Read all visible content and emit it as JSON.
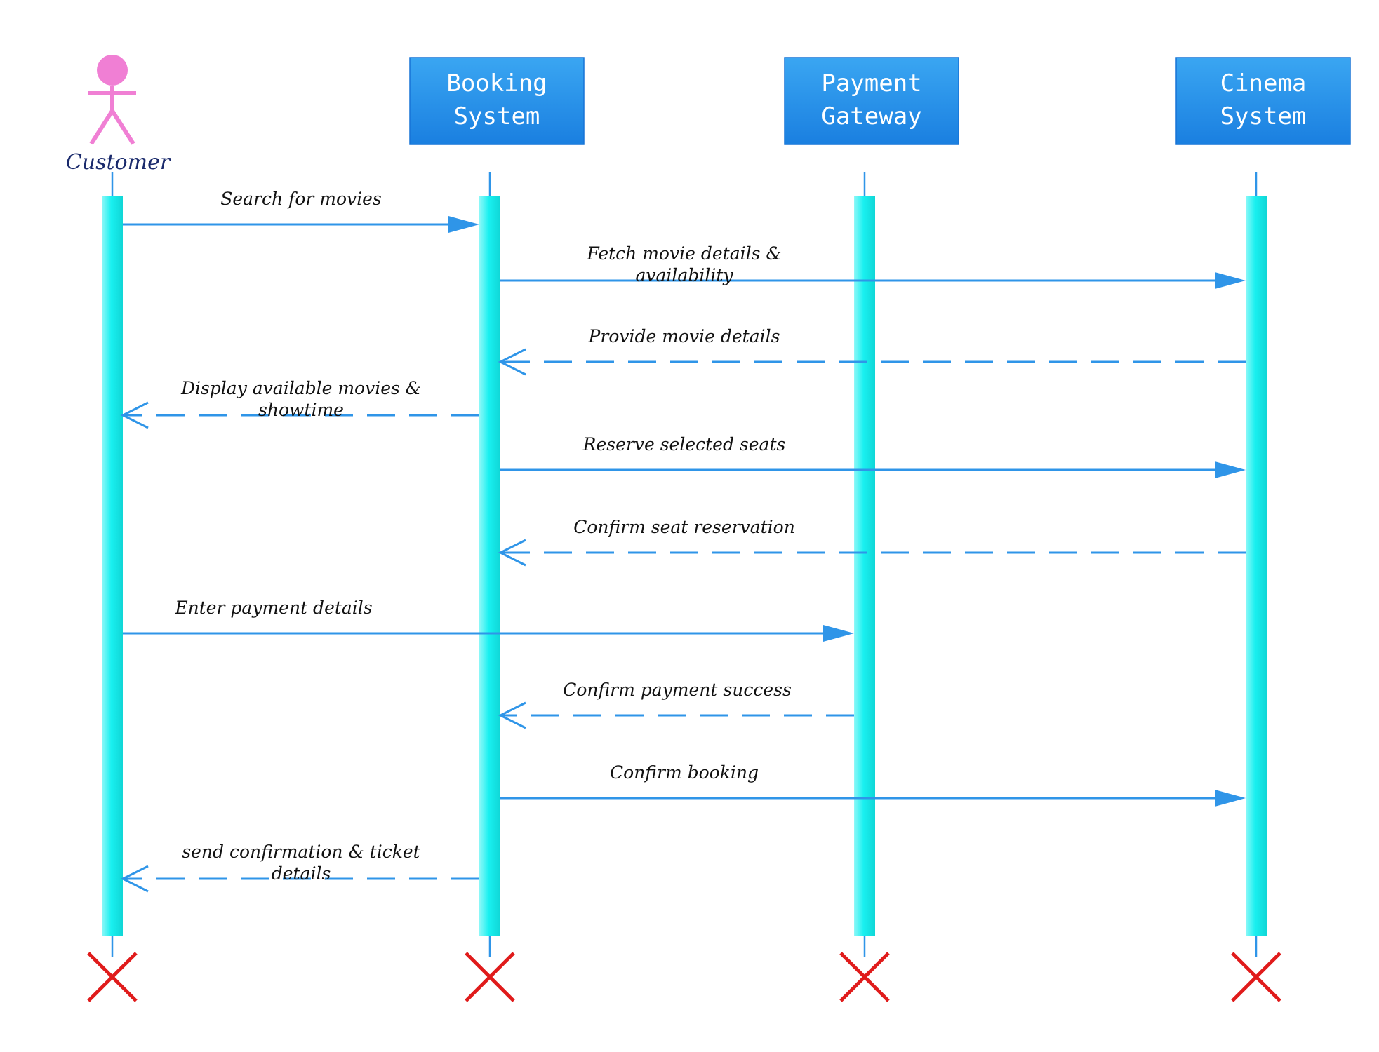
{
  "participants": [
    {
      "id": "customer",
      "type": "actor",
      "label": "Customer"
    },
    {
      "id": "booking",
      "type": "object",
      "label_lines": [
        "Booking",
        "System"
      ]
    },
    {
      "id": "payment",
      "type": "object",
      "label_lines": [
        "Payment",
        "Gateway"
      ]
    },
    {
      "id": "cinema",
      "type": "object",
      "label_lines": [
        "Cinema",
        "System"
      ]
    }
  ],
  "messages": [
    {
      "from": "customer",
      "to": "booking",
      "kind": "sync",
      "lines": [
        "Search for movies"
      ]
    },
    {
      "from": "booking",
      "to": "cinema",
      "kind": "sync",
      "lines": [
        "Fetch movie details &",
        "availability"
      ]
    },
    {
      "from": "cinema",
      "to": "booking",
      "kind": "reply",
      "lines": [
        "Provide movie details"
      ]
    },
    {
      "from": "booking",
      "to": "customer",
      "kind": "reply",
      "lines": [
        "Display available movies &",
        "showtime"
      ]
    },
    {
      "from": "booking",
      "to": "cinema",
      "kind": "sync",
      "lines": [
        "Reserve selected seats"
      ]
    },
    {
      "from": "cinema",
      "to": "booking",
      "kind": "reply",
      "lines": [
        "Confirm seat reservation"
      ]
    },
    {
      "from": "customer",
      "to": "payment",
      "kind": "sync",
      "lines": [
        "Enter payment details"
      ]
    },
    {
      "from": "payment",
      "to": "booking",
      "kind": "reply",
      "lines": [
        "Confirm payment success"
      ]
    },
    {
      "from": "booking",
      "to": "cinema",
      "kind": "sync",
      "lines": [
        "Confirm booking"
      ]
    },
    {
      "from": "booking",
      "to": "customer",
      "kind": "reply",
      "lines": [
        "send confirmation & ticket",
        "details"
      ]
    }
  ],
  "colors": {
    "arrow": "#2f95e8",
    "activation": "#19f0f0",
    "box_top": "#3aa6f2",
    "box_bottom": "#1a7fe0",
    "actor": "#f07fd4",
    "destroy": "#e01b1b"
  }
}
